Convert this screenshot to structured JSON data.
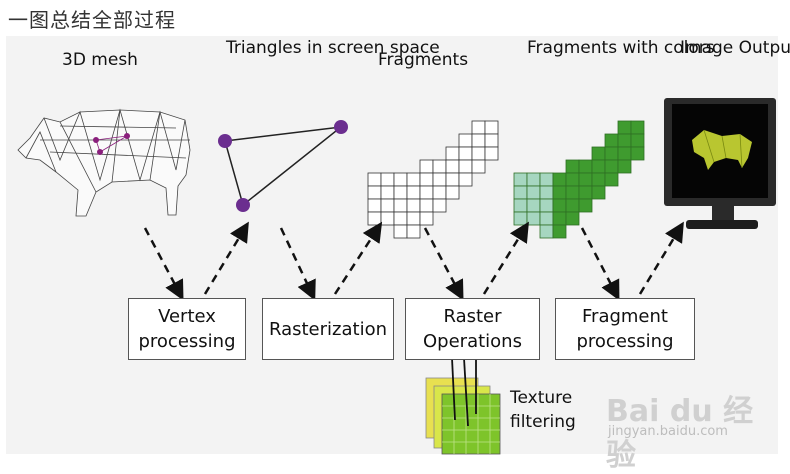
{
  "title": "一图总结全部过程",
  "stages": [
    {
      "id": "mesh",
      "label": "3D mesh"
    },
    {
      "id": "triangles",
      "label": "Triangles in\nscreen space"
    },
    {
      "id": "fragments",
      "label": "Fragments"
    },
    {
      "id": "colored",
      "label": "Fragments\nwith colors"
    },
    {
      "id": "output",
      "label": "Image\nOutput"
    }
  ],
  "processes": [
    {
      "id": "vertex",
      "label": "Vertex\nprocessing"
    },
    {
      "id": "raster",
      "label": "Rasterization"
    },
    {
      "id": "rops",
      "label": "Raster\nOperations"
    },
    {
      "id": "fragment",
      "label": "Fragment\nprocessing"
    }
  ],
  "texture_label": "Texture\nfiltering",
  "watermark": {
    "logo": "Bai du 经验",
    "url": "jingyan.baidu.com"
  },
  "colors": {
    "vertex_dot": "#6b2e8f",
    "fragment_dark": "#3f9b2f",
    "fragment_light": "#a6d6c0",
    "texture_green": "#7ec42a",
    "texture_yellow": "#e8e050",
    "monitor": "#2a2a2a"
  }
}
